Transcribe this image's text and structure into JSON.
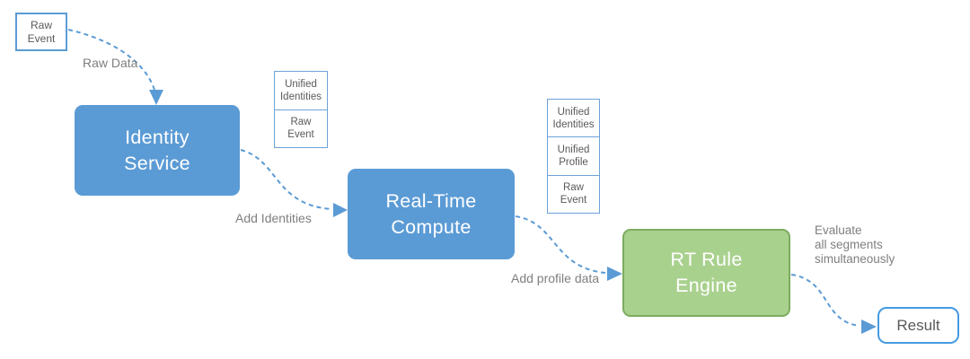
{
  "nodes": {
    "raw_event": {
      "label": "Raw\nEvent"
    },
    "identity_service": {
      "label": "Identity\nService"
    },
    "real_time_compute": {
      "label": "Real-Time\nCompute"
    },
    "rt_rule_engine": {
      "label": "RT Rule\nEngine"
    },
    "result": {
      "label": "Result"
    }
  },
  "stacks": {
    "after_identity_service": {
      "cells": [
        "Unified\nIdentities",
        "Raw\nEvent"
      ]
    },
    "after_real_time_compute": {
      "cells": [
        "Unified\nIdentities",
        "Unified\nProfile",
        "Raw\nEvent"
      ]
    }
  },
  "edge_labels": {
    "raw_data": "Raw Data",
    "add_identities": "Add Identities",
    "add_profile_data": "Add profile data",
    "evaluate_note": "Evaluate\nall segments\nsimultaneously"
  },
  "colors": {
    "node_blue_fill": "#5b9bd5",
    "node_green_fill": "#a9d18e",
    "node_green_border": "#7cac5e",
    "outline_box_border_blue": "#6da2d8",
    "result_border_blue": "#459ae3",
    "connector_blue": "#5b9bd5",
    "node_text_white": "#ffffff",
    "box_text_gray": "#595959",
    "label_text_gray": "#7f7f7f",
    "background": "#ffffff"
  }
}
